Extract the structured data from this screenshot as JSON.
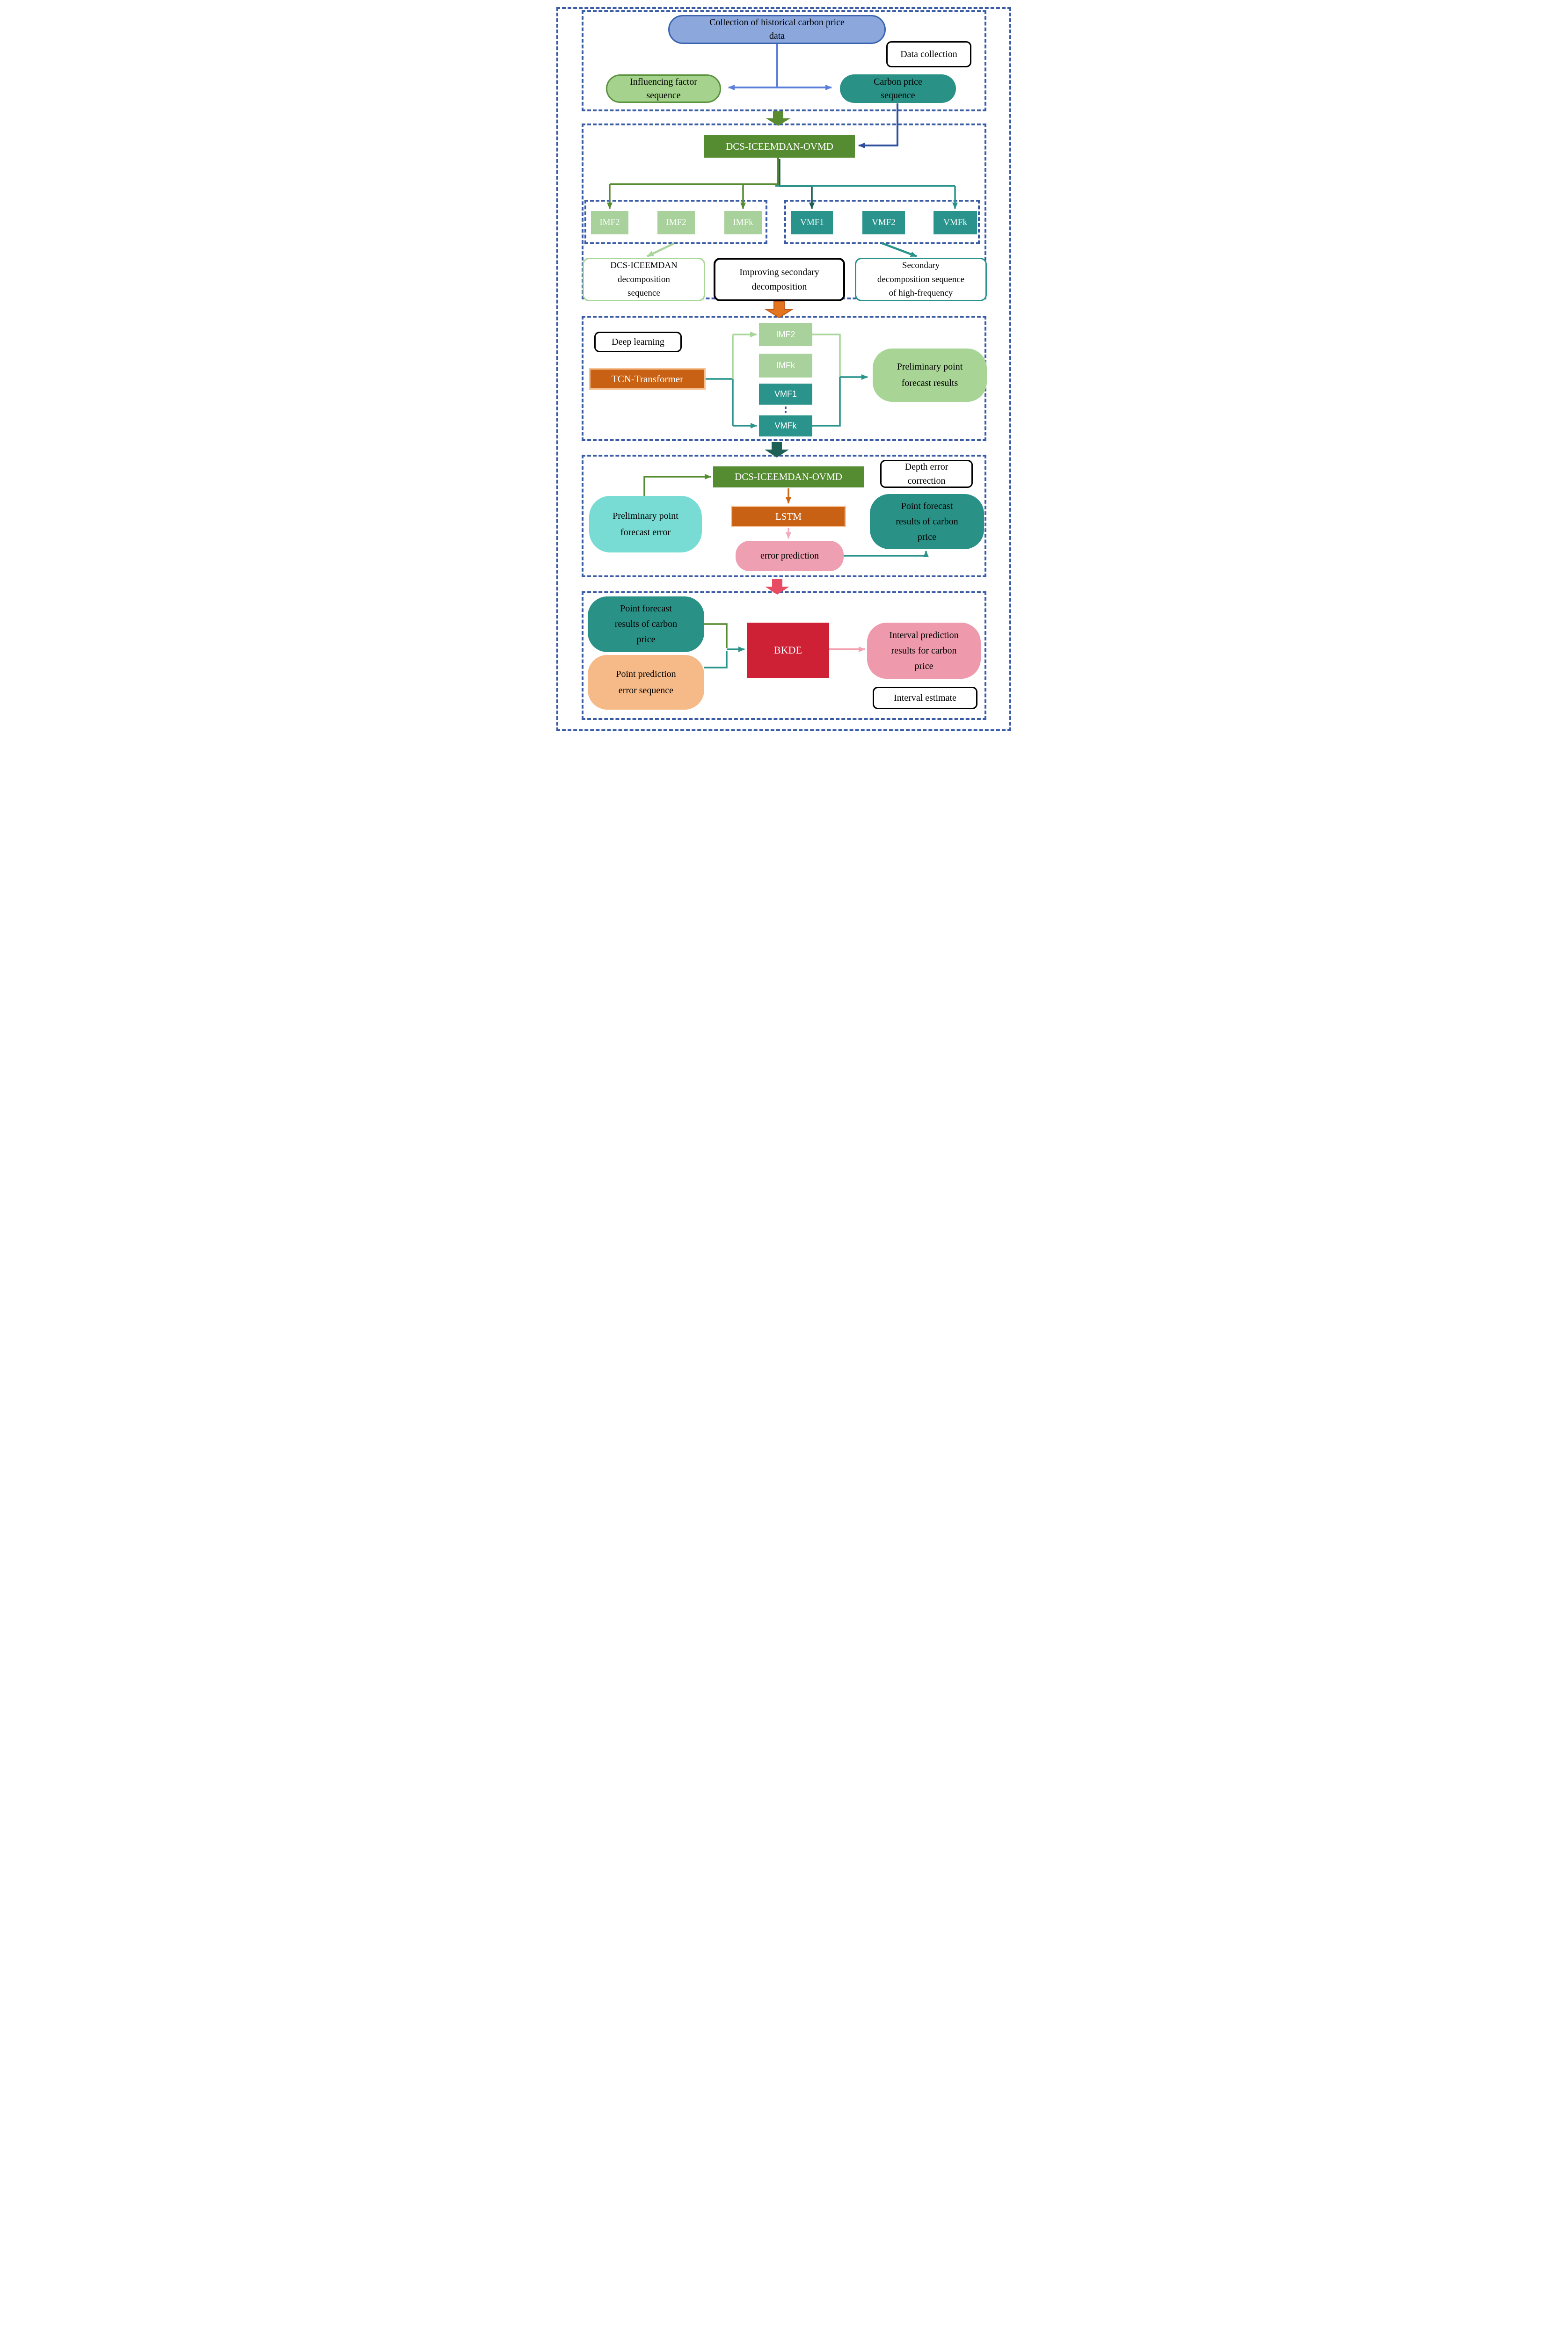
{
  "palette": {
    "dashed_border_blue": "#3a5ba5",
    "collection_fill": "#8ba7dc",
    "collection_border": "#3c63b1",
    "arrow_blue": "#5b7fd9",
    "arrow_dark_blue": "#2d4f9e",
    "green_dark": "#558b31",
    "green_block_arrow": "#598c31",
    "imf_light_green": "#a8d19b",
    "influencing_fill": "#a5d28d",
    "influencing_border": "#5a933c",
    "teal": "#2a948c",
    "teal_node": "#2a9187",
    "teal_dark_line": "#1d5c55",
    "teal_dark_block_arrow": "#1d6055",
    "orange_box": "#c96114",
    "orange_box_border": "#f6c093",
    "orange_block_arrow": "#e2751d",
    "orange_arrow_line": "#cc6612",
    "light_green_arrow": "#a9d59a",
    "result_green_blob": "#a8d595",
    "cyan_blob": "#79dcd4",
    "pink_blob": "#ee9fb1",
    "pink_arrow_light": "#f2aabe",
    "pink_arrow": "#f4a2b0",
    "red_box": "#cf2136",
    "red_block_arrow": "#e84c63",
    "peach_blob": "#f5ba88",
    "interval_pink_blob": "#ee9aac"
  },
  "sections": {
    "s1": {
      "label": "Data collection",
      "collection": "Collection of historical carbon price\ndata",
      "influencing": "Influencing factor\nsequence",
      "carbon": "Carbon price\nsequence"
    },
    "s2": {
      "decomposer": "DCS-ICEEMDAN-OVMD",
      "imf": [
        "IMF2",
        "IMF2",
        "IMFk"
      ],
      "vmf": [
        "VMF1",
        "VMF2",
        "VMFk"
      ],
      "left_box": "DCS-ICEEMDAN\ndecomposition\nsequence",
      "mid_box": "Improving secondary\ndecomposition",
      "right_box": "Secondary\ndecomposition sequence\nof high-frequency"
    },
    "s3": {
      "label": "Deep learning",
      "model": "TCN-Transformer",
      "streams": [
        "IMF2",
        "IMFk",
        "VMF1",
        "VMFk"
      ],
      "result": "Preliminary point\nforecast results"
    },
    "s4": {
      "label": "Depth error\ncorrection",
      "decomposer": "DCS-ICEEMDAN-OVMD",
      "error_input": "Preliminary point\nforecast error",
      "model": "LSTM",
      "error_prediction": "error prediction",
      "point_result": "Point forecast\nresults of carbon\nprice"
    },
    "s5": {
      "label": "Interval estimate",
      "point_result": "Point forecast\nresults of carbon\nprice",
      "error_sequence": "Point prediction\nerror sequence",
      "model": "BKDE",
      "interval_result": "Interval prediction\nresults for carbon\nprice"
    }
  },
  "connections": [
    "collection -> influencing factor sequence (blue)",
    "collection -> carbon price sequence (blue)",
    "carbon price sequence -> DCS-ICEEMDAN-OVMD (dark blue elbow)",
    "section1 -> section2 (green block arrow)",
    "DCS-ICEEMDAN-OVMD -> IMF2 / IMFk (green)",
    "DCS-ICEEMDAN-OVMD -> VMF1 (dark teal) / VMFk (teal)",
    "IMF group -> DCS-ICEEMDAN decomposition sequence (light green diagonal)",
    "VMF group -> Secondary decomposition sequence of high-frequency (teal diagonal)",
    "section2 -> section3 (orange block arrow)",
    "TCN-Transformer -> IMF2 ... VMFk -> Preliminary point forecast results (teal / light green)",
    "VMF1 .. VMFk (blue dotted)",
    "section3 -> section4 (dark teal block arrow)",
    "Preliminary point forecast error -> DCS-ICEEMDAN-OVMD (green elbow)",
    "DCS-ICEEMDAN-OVMD -> LSTM (orange)",
    "LSTM -> error prediction (light pink)",
    "error prediction -> Point forecast results of carbon price (teal hook)",
    "section4 -> section5 (red block arrow)",
    "Point forecast results of carbon price + Point prediction error sequence -> BKDE (green/teal elbows)",
    "BKDE -> Interval prediction results for carbon price (pink)"
  ]
}
